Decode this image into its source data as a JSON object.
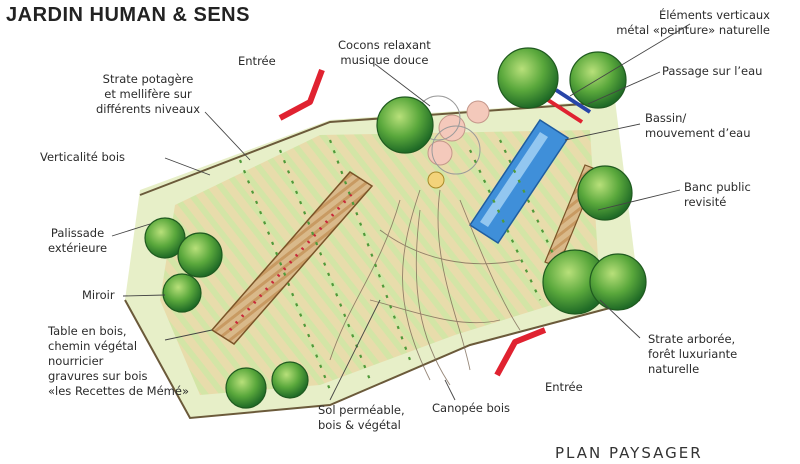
{
  "header": {
    "title": "JARDIN HUMAN & SENS"
  },
  "footer": {
    "plan_label": "PLAN PAYSAGER"
  },
  "labels": {
    "entree_top": "Entrée",
    "strate_potagere": "Strate potagère\net mellifère sur\ndifférents niveaux",
    "cocons": "Cocons relaxant\nmusique douce",
    "elements_verticaux": "Éléments verticaux\nmétal «peinture» naturelle",
    "passage": "Passage sur l’eau",
    "bassin": "Bassin/\nmouvement d’eau",
    "verticalite": "Verticalité bois",
    "banc": "Banc public\nrevisité",
    "palissade": "Palissade\nextérieure",
    "miroir": "Miroir",
    "table": "Table en bois,\nchemin végétal\nnourricier\ngravures sur bois\n«les Recettes de Mémé»",
    "strate_arboree": "Strate arborée,\nforêt luxuriante\nnaturelle",
    "entree_bottom": "Entrée",
    "sol": "Sol perméable,\nbois & végétal",
    "canopee": "Canopée bois"
  },
  "colors": {
    "entrance_red": "#e02230",
    "water_blue": "#3f8fd9",
    "tree_green": "#2f8a2e",
    "wood": "#b6864a"
  }
}
